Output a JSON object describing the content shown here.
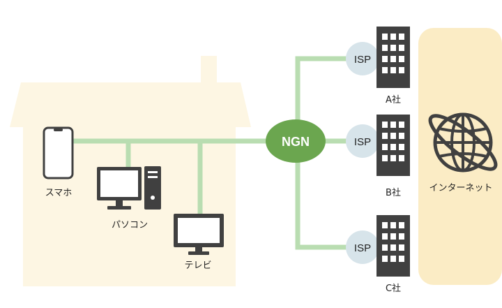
{
  "colors": {
    "house": "#fdf6e3",
    "internet_panel": "#fbecc5",
    "line": "#b9ddb1",
    "ngn": "#6ba64f",
    "isp": "#d7e4ea",
    "device": "#404040",
    "building": "#404040"
  },
  "devices": {
    "smartphone": {
      "label": "スマホ",
      "icon": "smartphone-icon"
    },
    "pc": {
      "label": "パソコン",
      "icon": "desktop-pc-icon"
    },
    "tv": {
      "label": "テレビ",
      "icon": "tv-icon"
    }
  },
  "ngn": {
    "label": "NGN"
  },
  "isps": [
    {
      "label": "ISP",
      "company": "A社",
      "icon": "building-icon"
    },
    {
      "label": "ISP",
      "company": "B社",
      "icon": "building-icon"
    },
    {
      "label": "ISP",
      "company": "C社",
      "icon": "building-icon"
    }
  ],
  "internet": {
    "label": "インターネット",
    "icon": "globe-icon"
  }
}
